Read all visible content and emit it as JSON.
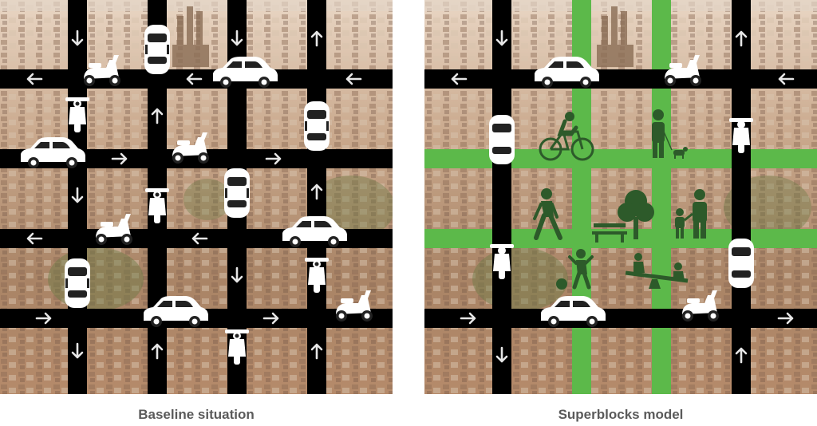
{
  "panels": [
    {
      "caption": "Baseline situation",
      "mode": "baseline",
      "icons": [
        "car-icon",
        "scooter-icon",
        "arrow-icon"
      ]
    },
    {
      "caption": "Superblocks model",
      "mode": "superblock",
      "icons": [
        "car-icon",
        "scooter-icon",
        "arrow-icon",
        "cyclist-icon",
        "pedestrian-dog-icon",
        "walker-icon",
        "tree-icon",
        "bench-icon",
        "family-icon",
        "child-ball-icon",
        "seesaw-icon"
      ]
    }
  ],
  "colors": {
    "road": "#000000",
    "green_corridor": "#5cb94a",
    "green_icon": "#2d5a2a",
    "vehicle": "#ffffff",
    "arrow": "#e6e6e6",
    "caption": "#5a5a5a"
  }
}
